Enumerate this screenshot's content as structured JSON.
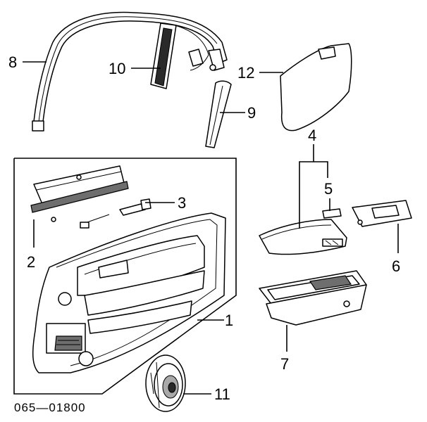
{
  "callouts": {
    "c1": "1",
    "c2": "2",
    "c3": "3",
    "c4": "4",
    "c5": "5",
    "c6": "6",
    "c7": "7",
    "c8": "8",
    "c9": "9",
    "c10": "10",
    "c11": "11",
    "c12": "12"
  },
  "diagram_code": "065—01800"
}
